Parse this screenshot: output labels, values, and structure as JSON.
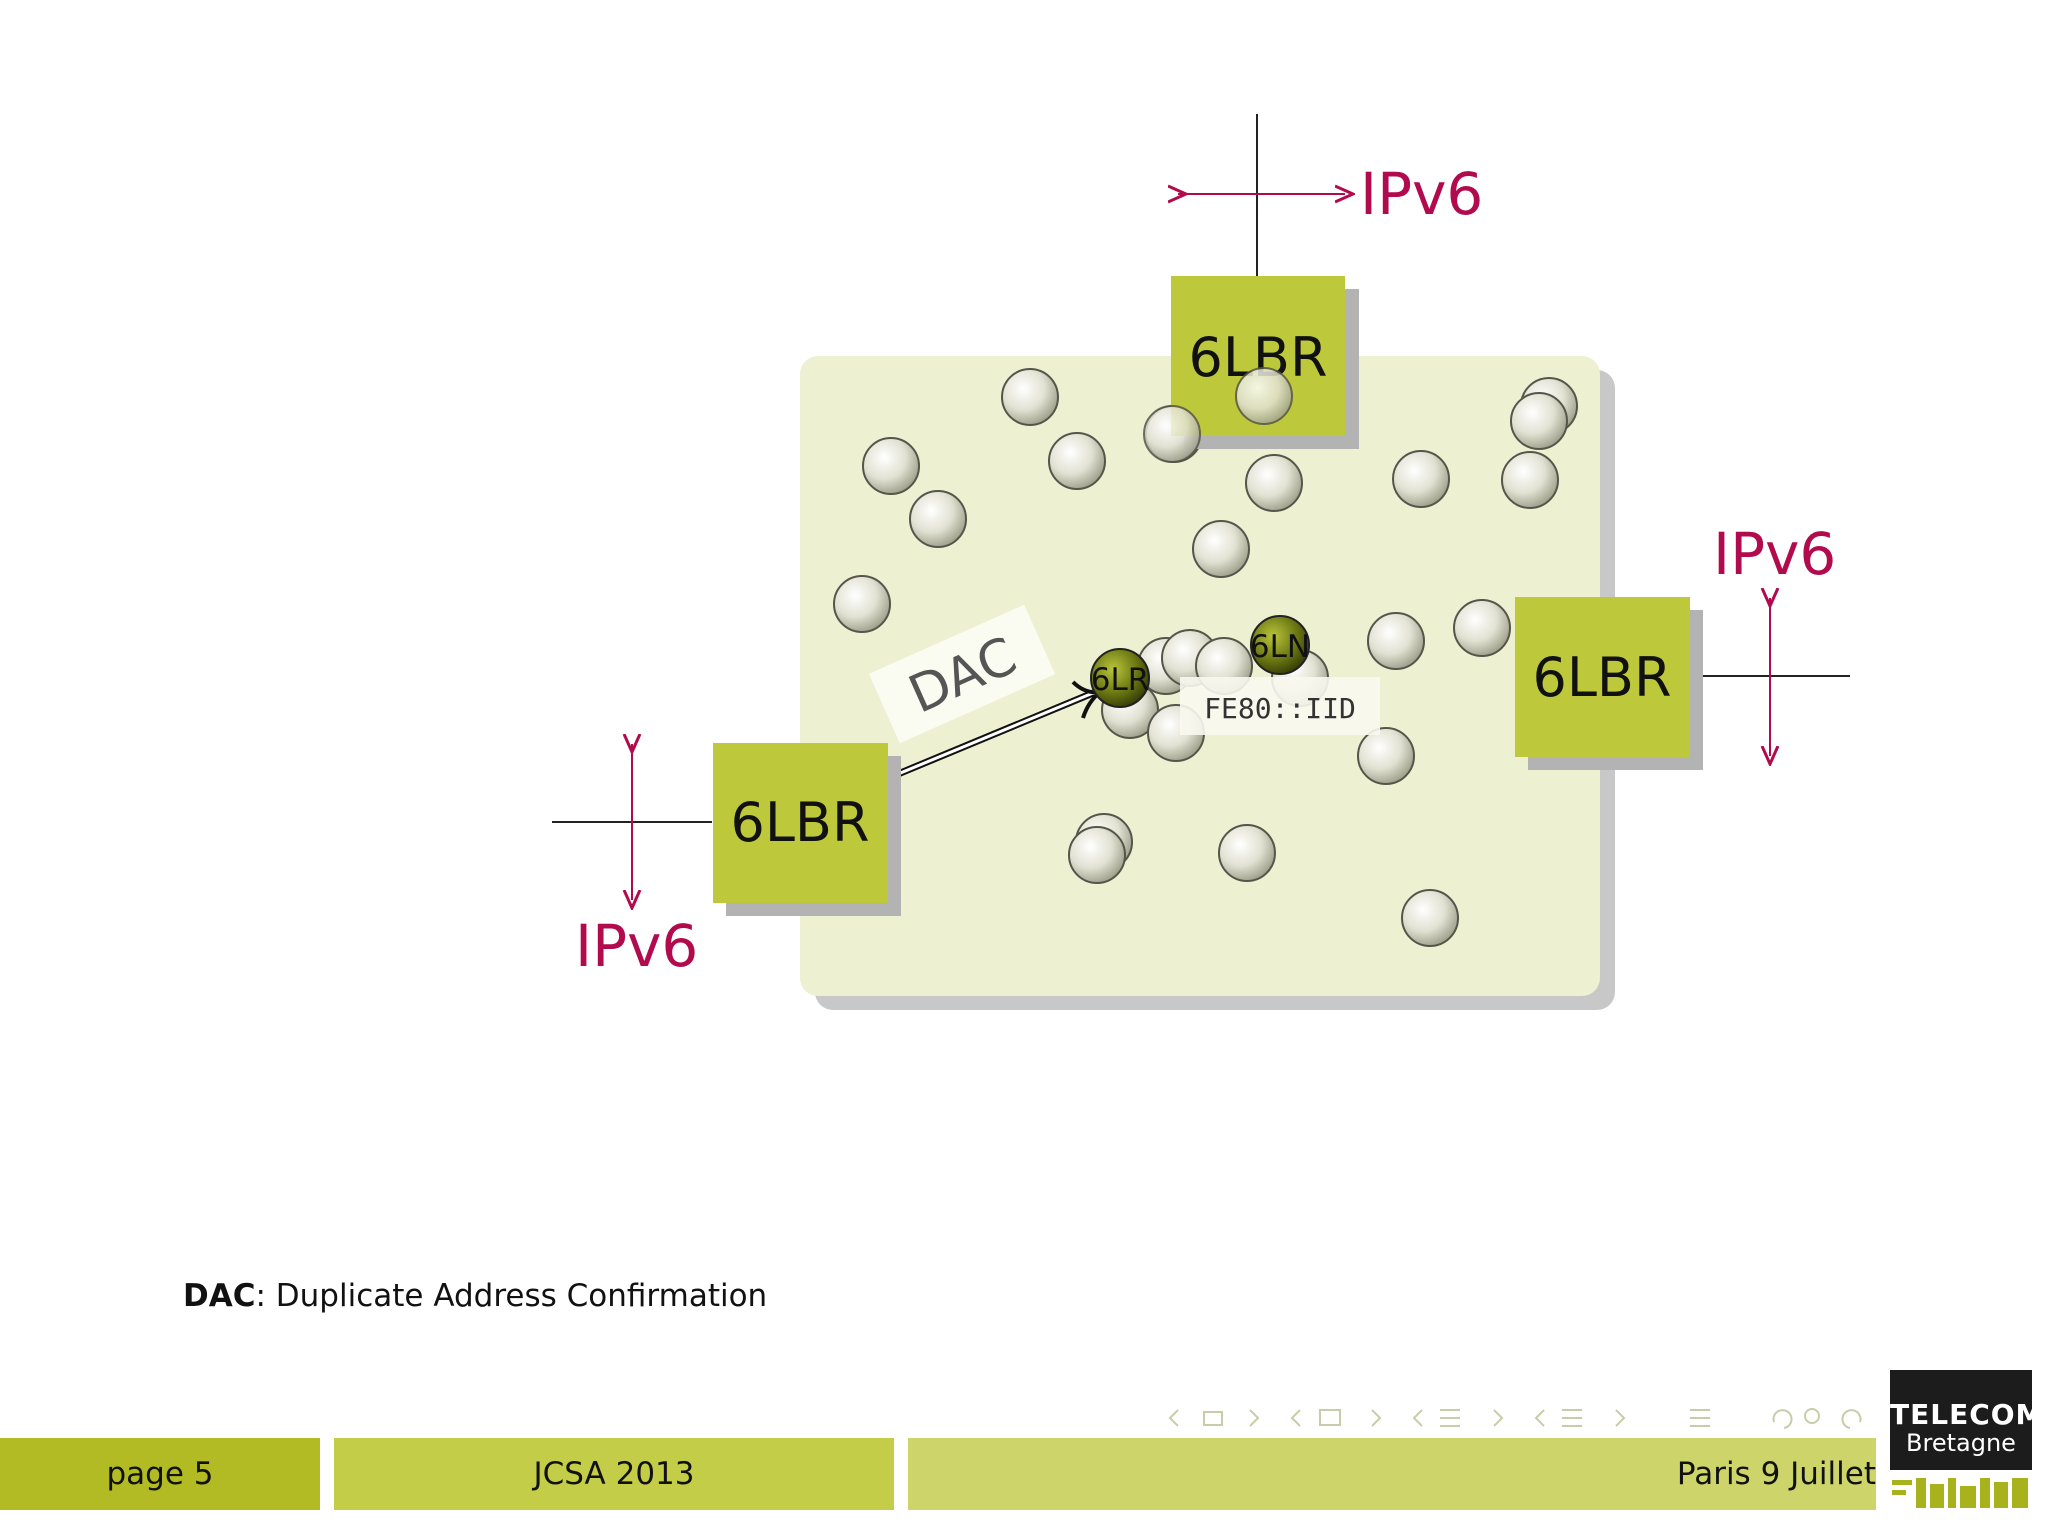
{
  "diagram": {
    "labels": {
      "ipv6": "IPv6",
      "lbr": "6LBR",
      "lr": "6LR",
      "ln": "6LN",
      "dac": "DAC",
      "address": "FE80::IID"
    },
    "colors": {
      "accent": "#b10b4e",
      "lbr_box": "#bdc93a",
      "region": "#eef0d2",
      "node_active": "#5e6b0e"
    }
  },
  "caption": {
    "term": "DAC",
    "definition": ": Duplicate Address Confirmation"
  },
  "footer": {
    "page": "page 5",
    "event": "JCSA 2013",
    "place_date": "Paris 9 Juillet"
  },
  "logo": {
    "line1": "TELECOM",
    "line2": "Bretagne"
  }
}
